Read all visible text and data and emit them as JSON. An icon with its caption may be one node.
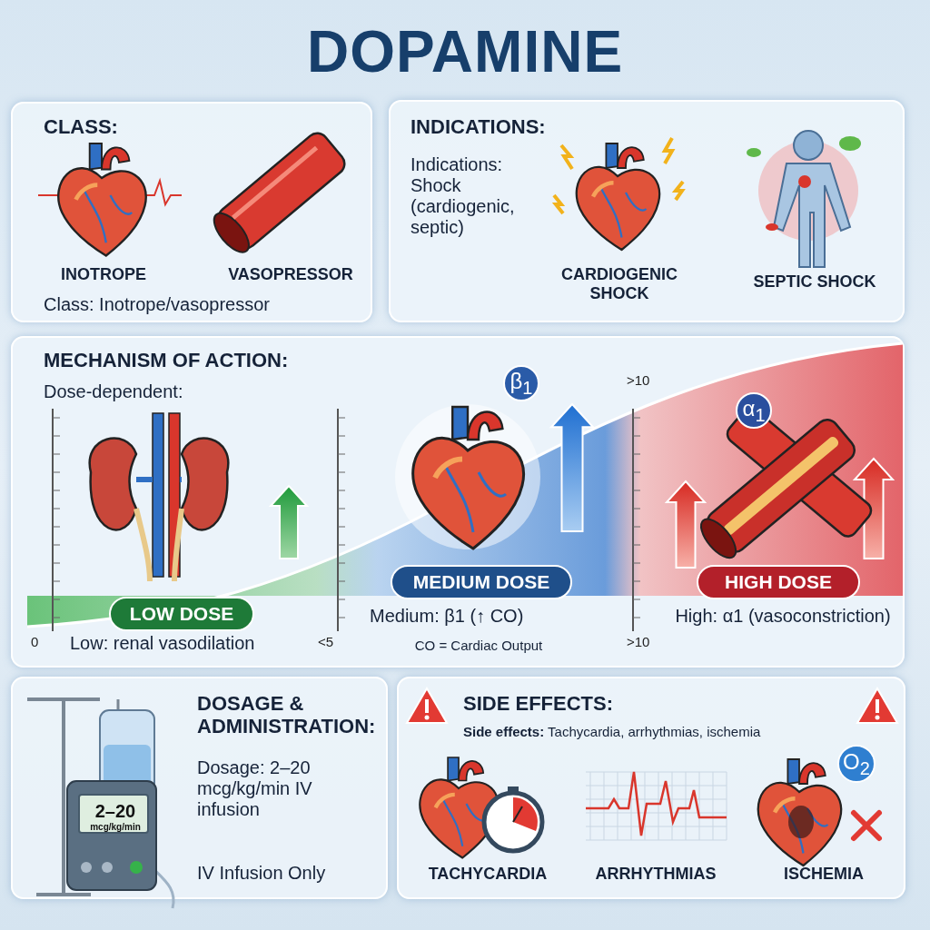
{
  "diagram": {
    "title": "DOPAMINE",
    "nodes": [
      {
        "text": [
          "CLASS:",
          "INOTROPE",
          "VASOPRESSOR",
          "Class: Inotrope/vasopressor"
        ]
      },
      {
        "text": [
          "INDICATIONS:",
          "Indications: Shock (cardiogenic, septic)",
          "CARDIOGENIC SHOCK",
          "SEPTIC SHOCK"
        ]
      },
      {
        "text": [
          "MECHANISM OF ACTION:",
          "Dose-dependent:",
          "Low: renal vasodilation",
          "Medium: β1 (↑ CO)",
          "CO = Cardiac Output",
          "High: α1 (vasoconstriction)"
        ]
      },
      {
        "text": [
          "LOW DOSE"
        ],
        "in": 2
      },
      {
        "text": [
          "MEDIUM DOSE"
        ],
        "in": 2
      },
      {
        "text": [
          "HIGH DOSE"
        ],
        "in": 2
      },
      {
        "text": [
          "β$_{1}$"
        ],
        "in": 2
      },
      {
        "text": [
          "α$_{1}$"
        ],
        "in": 2
      },
      {
        "text": [
          "DOSAGE & ADMINISTRATION:",
          "Dosage: 2–20 mcg/kg/min IV infusion",
          "IV Infusion Only"
        ]
      },
      {
        "text": [
          "2–20",
          "mcg/kg/min"
        ],
        "in": 8
      },
      {
        "text": [
          "SIDE EFFECTS:",
          "**Side effects:** Tachycardia, arrhythmias, ischemia",
          "TACHYCARDIA",
          "ARRHYTHMIAS",
          "ISCHEMIA"
        ]
      },
      {
        "text": [
          "O$_{2}$"
        ],
        "in": 10
      }
    ],
    "edges": [],
    "labels": [
      "0",
      "<5",
      ">10",
      ">10"
    ]
  }
}
